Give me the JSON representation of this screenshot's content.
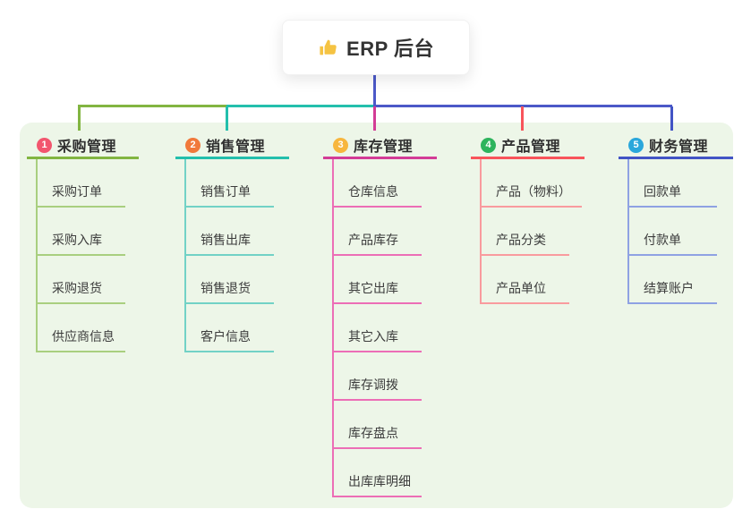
{
  "root": {
    "title": "ERP 后台",
    "icon": "thumbs-up-icon"
  },
  "colors": {
    "page_background": "#ffffff",
    "panel_background": "#EDF6E8",
    "root_connector": "#4C59C8",
    "card_background": "#ffffff",
    "title_text": "#333333",
    "icon_color": "#F5C342",
    "branch_text": "#303030",
    "child_text": "#3c3c3c"
  },
  "branches": [
    {
      "badge": "1",
      "label": "采购管理",
      "badge_color": "#F2566E",
      "line_color": "#82B541",
      "child_line_color": "#A9CF7F",
      "children": [
        "采购订单",
        "采购入库",
        "采购退货",
        "供应商信息"
      ]
    },
    {
      "badge": "2",
      "label": "销售管理",
      "badge_color": "#F1793B",
      "line_color": "#23BFAC",
      "child_line_color": "#72D2C6",
      "children": [
        "销售订单",
        "销售出库",
        "销售退货",
        "客户信息"
      ]
    },
    {
      "badge": "3",
      "label": "库存管理",
      "badge_color": "#F7B63E",
      "line_color": "#D33C96",
      "child_line_color": "#EC6EB6",
      "children": [
        "仓库信息",
        "产品库存",
        "其它出库",
        "其它入库",
        "库存调拨",
        "库存盘点",
        "出库库明细"
      ]
    },
    {
      "badge": "4",
      "label": "产品管理",
      "badge_color": "#2EB45D",
      "line_color": "#F8545B",
      "child_line_color": "#F99B9E",
      "children": [
        "产品（物料）",
        "产品分类",
        "产品单位"
      ]
    },
    {
      "badge": "5",
      "label": "财务管理",
      "badge_color": "#2AA7DB",
      "line_color": "#4254C5",
      "child_line_color": "#8FA2E3",
      "children": [
        "回款单",
        "付款单",
        "结算账户"
      ]
    }
  ]
}
